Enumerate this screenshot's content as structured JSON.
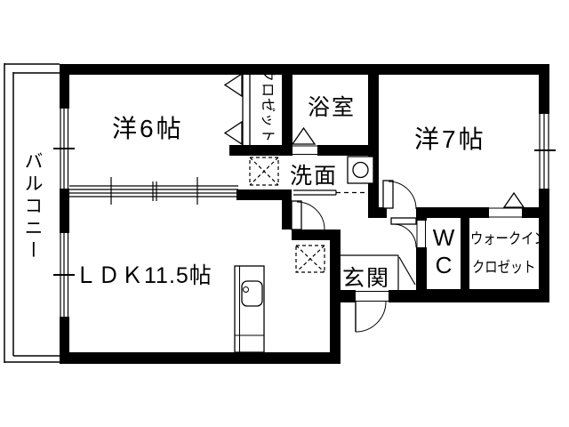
{
  "floorplan": {
    "title": "apartment-floor-plan-2LDK",
    "colors": {
      "wall": "#000000",
      "background": "#ffffff",
      "line": "#000000"
    },
    "rooms": {
      "balcony": "バルコニー",
      "western6": "洋6帖",
      "closet": "クロゼット",
      "bath": "浴室",
      "washroom": "洗面",
      "western7": "洋7帖",
      "ldk": "ＬＤＫ11.5帖",
      "entrance": "玄関",
      "wc_line1": "W",
      "wc_line2": "C",
      "wic_line1": "ウォークイン",
      "wic_line2": "クロゼット"
    },
    "fixtures": {
      "kitchen_sink": "kitchen-counter-with-sink",
      "washbasin": "washbasin-unit",
      "washer_space": "washing-machine-space",
      "fridge_space": "refrigerator-space"
    }
  }
}
